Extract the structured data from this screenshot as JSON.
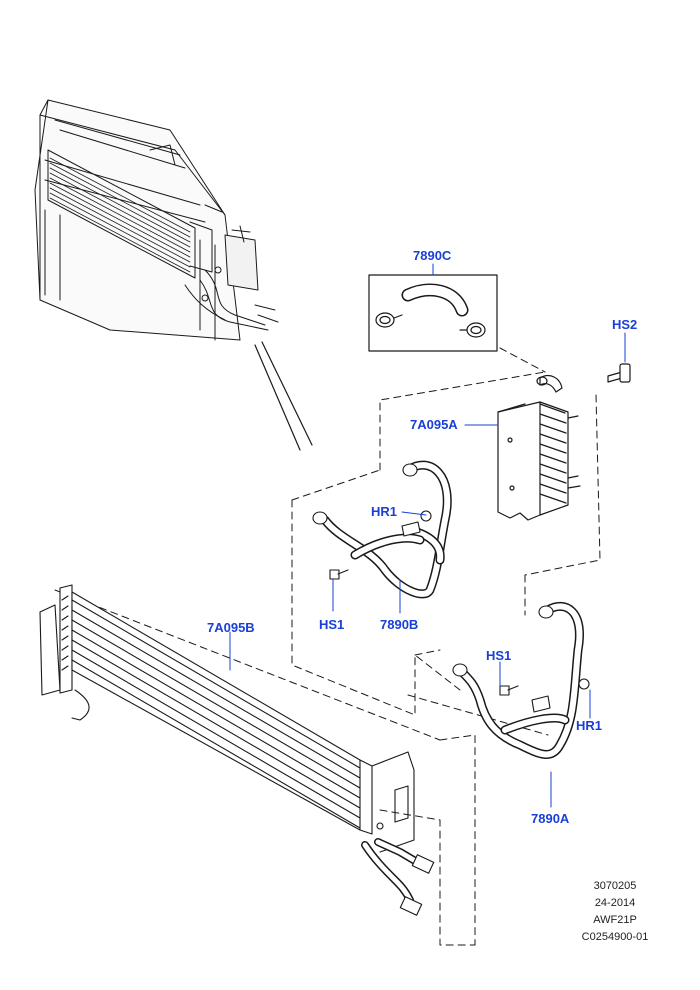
{
  "callouts": {
    "c_7890C": "7890C",
    "c_HS2": "HS2",
    "c_7A095A": "7A095A",
    "c_HR1_top": "HR1",
    "c_HS1_top": "HS1",
    "c_7890B": "7890B",
    "c_7A095B": "7A095B",
    "c_HS1_mid": "HS1",
    "c_HR1_mid": "HR1",
    "c_7890A": "7890A"
  },
  "reference": {
    "line1": "3070205",
    "line2": "24-2014",
    "line3": "AWF21P",
    "line4": "C0254900-01"
  },
  "colors": {
    "callout": "#1a3fd6",
    "line": "#1a1a1a",
    "background": "#ffffff"
  }
}
